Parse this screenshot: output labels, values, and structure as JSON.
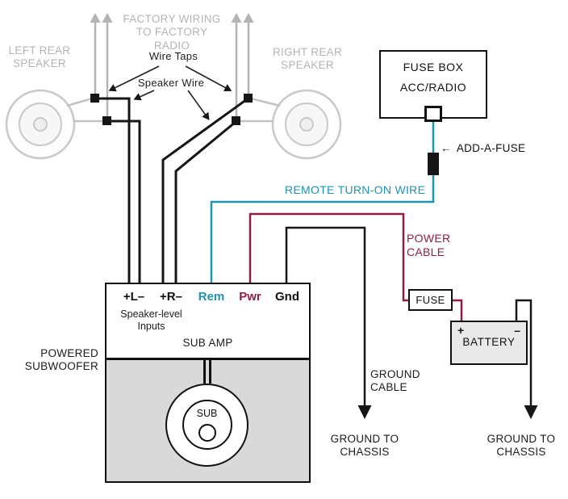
{
  "colors": {
    "factory_gray": "#b4b4b4",
    "remote_teal": "#2093b0",
    "power_maroon": "#8e1f3f",
    "wire_black": "#161616"
  },
  "factory": {
    "left_speaker_label": "LEFT REAR SPEAKER",
    "right_speaker_label": "RIGHT REAR SPEAKER",
    "factory_wiring_label": "FACTORY WIRING TO FACTORY RADIO"
  },
  "annotations": {
    "wire_taps": "Wire Taps",
    "speaker_wire": "Speaker Wire",
    "add_a_fuse_arrow": "←",
    "add_a_fuse": "ADD-A-FUSE",
    "remote_turn_on_wire": "REMOTE TURN-ON WIRE",
    "power_cable": "POWER CABLE",
    "ground_cable": "GROUND CABLE",
    "ground_to_chassis_left": "GROUND TO CHASSIS",
    "ground_to_chassis_right": "GROUND TO CHASSIS",
    "powered_subwoofer": "POWERED SUBWOOFER"
  },
  "fuse_box": {
    "title": "FUSE BOX",
    "circuit": "ACC/RADIO"
  },
  "inline_fuse": {
    "label": "FUSE"
  },
  "battery": {
    "label": "BATTERY",
    "positive_terminal": "+",
    "negative_terminal": "–"
  },
  "amp": {
    "terminals": [
      {
        "id": "left-input",
        "label": "+L–"
      },
      {
        "id": "right-input",
        "label": "+R–"
      },
      {
        "id": "remote",
        "label": "Rem"
      },
      {
        "id": "power",
        "label": "Pwr"
      },
      {
        "id": "ground",
        "label": "Gnd"
      }
    ],
    "speaker_level_inputs": "Speaker-level Inputs",
    "title": "SUB AMP",
    "sub_label": "SUB"
  }
}
